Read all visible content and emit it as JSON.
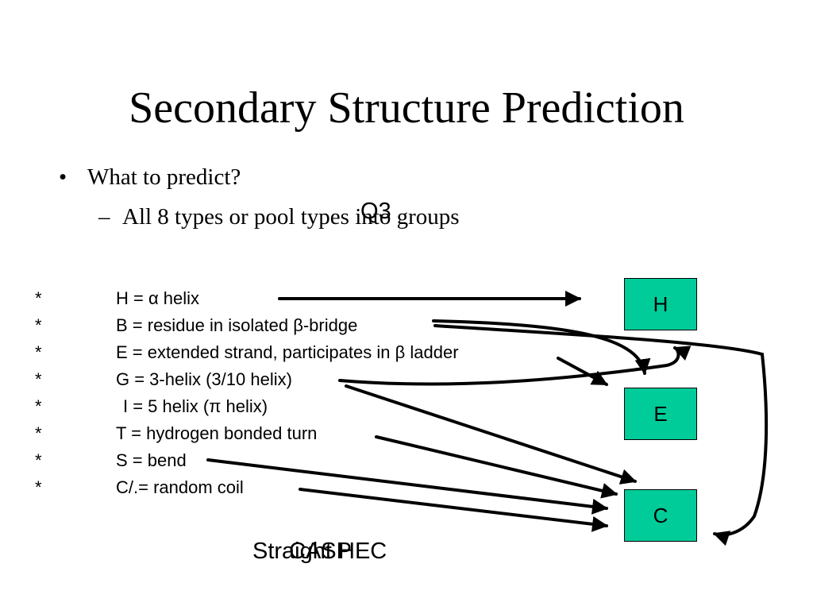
{
  "slide": {
    "title": "Secondary Structure Prediction",
    "bullets": [
      {
        "marker": "•",
        "text": "What to predict?"
      },
      {
        "marker": "–",
        "text": "All 8 types or pool types into groups"
      }
    ],
    "overlay_label": "Q3",
    "types": [
      {
        "star": "*",
        "text": "H = α helix"
      },
      {
        "star": "*",
        "text": "B = residue in isolated β-bridge"
      },
      {
        "star": "*",
        "text": "E = extended strand, participates in β ladder"
      },
      {
        "star": "*",
        "text": "G = 3-helix (3/10 helix)"
      },
      {
        "star": "*",
        "text": "I = 5 helix (π helix)"
      },
      {
        "star": "*",
        "text": "T = hydrogen bonded turn"
      },
      {
        "star": "*",
        "text": "S = bend"
      },
      {
        "star": "*",
        "text": "C/.= random coil"
      }
    ],
    "groups": [
      {
        "label": "H"
      },
      {
        "label": "E"
      },
      {
        "label": "C"
      }
    ],
    "footer_labels": [
      "Straight HEC",
      "CASP"
    ],
    "colors": {
      "group_box": "#00cc99",
      "text": "#000000",
      "arrow": "#000000"
    }
  }
}
